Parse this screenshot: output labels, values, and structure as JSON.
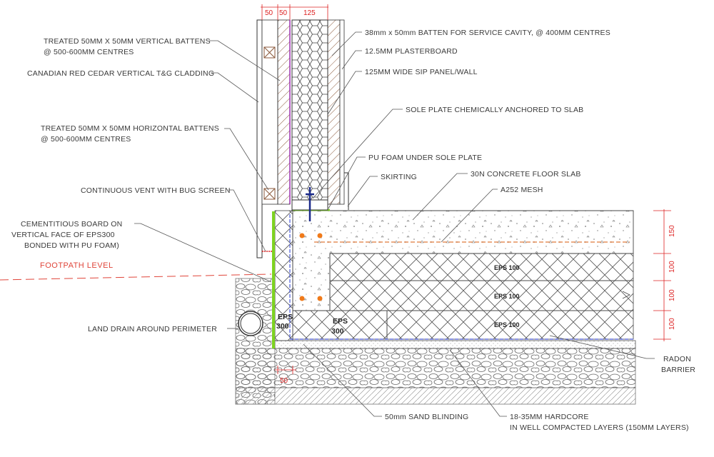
{
  "labels": {
    "vertical_battens_1": "TREATED 50MM X 50MM VERTICAL BATTENS",
    "vertical_battens_2": "@ 500-600MM CENTRES",
    "cladding": "CANADIAN RED CEDAR VERTICAL T&G CLADDING",
    "horizontal_battens_1": "TREATED 50MM X 50MM HORIZONTAL BATTENS",
    "horizontal_battens_2": "@ 500-600MM CENTRES",
    "vent": "CONTINUOUS VENT WITH BUG SCREEN",
    "cementitious_1": "CEMENTITIOUS BOARD ON",
    "cementitious_2": "VERTICAL FACE OF EPS300",
    "cementitious_3": "BONDED WITH PU FOAM)",
    "footpath": "FOOTPATH LEVEL",
    "land_drain": "LAND DRAIN AROUND PERIMETER",
    "service_batten": "38mm x 50mm BATTEN FOR SERVICE CAVITY, @ 400MM CENTRES",
    "plasterboard": "12.5MM PLASTERBOARD",
    "sip_panel": "125MM WIDE SIP PANEL/WALL",
    "sole_plate": "SOLE PLATE CHEMICALLY ANCHORED TO SLAB",
    "pu_foam": "PU FOAM UNDER SOLE PLATE",
    "skirting": "SKIRTING",
    "slab": "30N CONCRETE FLOOR SLAB",
    "mesh": "A252 MESH",
    "radon_1": "RADON",
    "radon_2": "BARRIER",
    "sand": "50mm SAND BLINDING",
    "hardcore_1": "18-35MM HARDCORE",
    "hardcore_2": "IN WELL COMPACTED LAYERS (150MM LAYERS)"
  },
  "insulation": {
    "eps100_top": "EPS 100",
    "eps100_mid": "EPS 100",
    "eps100_bot": "EPS 100",
    "eps300_a_1": "EPS",
    "eps300_a_2": "300",
    "eps300_b_1": "EPS",
    "eps300_b_2": "300"
  },
  "dimensions": {
    "top_1": "50",
    "top_2": "50",
    "top_3": "125",
    "slab": "150",
    "layer_1": "100",
    "layer_2": "100",
    "layer_3": "100",
    "bottom": "50"
  },
  "colors": {
    "dimension": "#d22222",
    "cementitious_board": "#7ed321",
    "radon_barrier": "#4a5bd8",
    "membrane": "#9b2fae",
    "fixings": "#f07a1a",
    "anchor": "#1b2a8a"
  }
}
